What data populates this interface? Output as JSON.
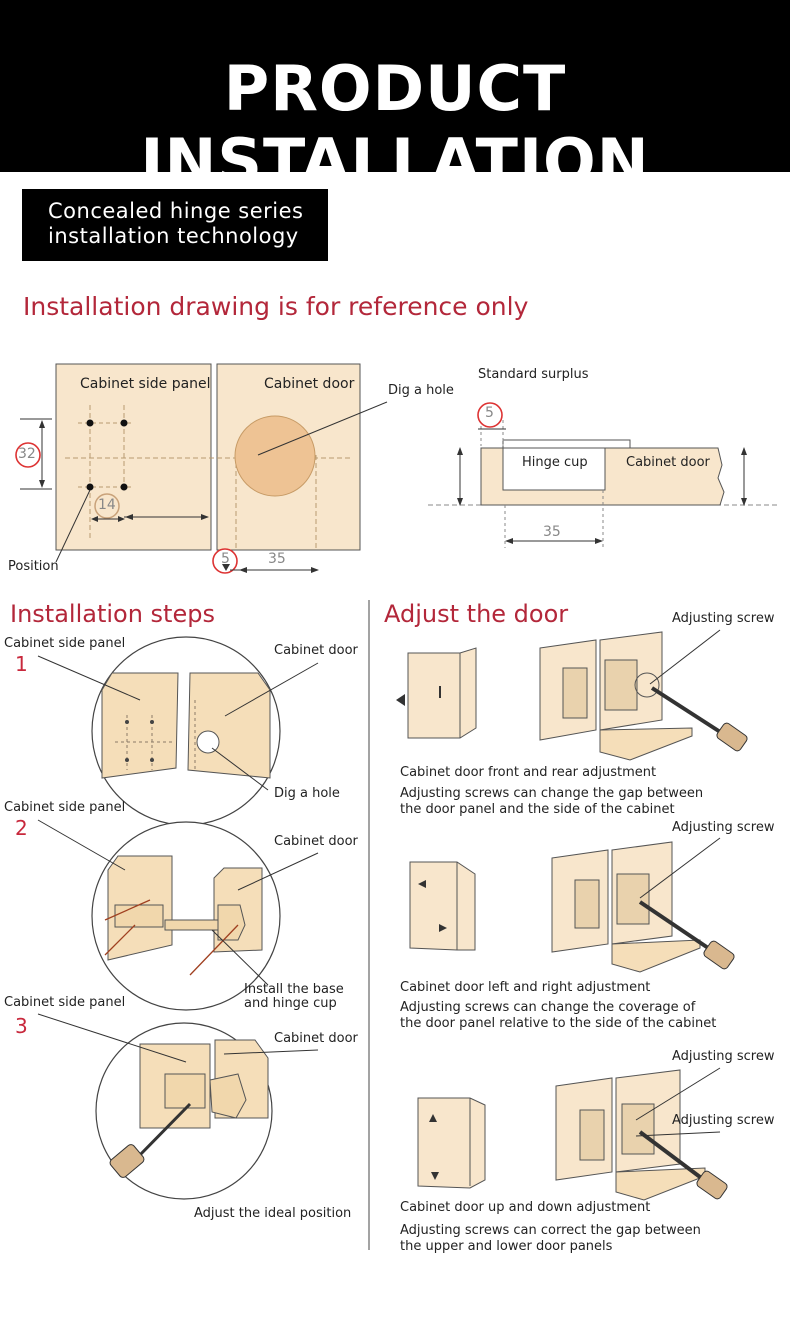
{
  "header": {
    "title": "PRODUCT INSTALLATION"
  },
  "subtitle": {
    "line1": "Concealed hinge series",
    "line2": "installation technology"
  },
  "reference_note": "Installation drawing is for reference only",
  "drawing": {
    "cabinet_side_panel": "Cabinet side panel",
    "cabinet_door": "Cabinet door",
    "dig_hole": "Dig a hole",
    "position": "Position",
    "dim_32": "32",
    "dim_14": "14",
    "dim_5": "5",
    "dim_35": "35",
    "standard_surplus": "Standard surplus",
    "hinge_cup": "Hinge cup",
    "cabinet_door_right": "Cabinet door",
    "dim_5_right": "5",
    "dim_35_right": "35"
  },
  "steps": {
    "title": "Installation steps",
    "step1": {
      "num": "1",
      "side": "Cabinet side panel",
      "door": "Cabinet door",
      "action": "Dig a hole"
    },
    "step2": {
      "num": "2",
      "side": "Cabinet side panel",
      "door": "Cabinet door",
      "action_line1": "Install the base",
      "action_line2": "and hinge cup"
    },
    "step3": {
      "num": "3",
      "side": "Cabinet side panel",
      "door": "Cabinet door",
      "action": "Adjust the ideal position"
    }
  },
  "adjust": {
    "title": "Adjust the door",
    "items": [
      {
        "screw": "Adjusting screw",
        "caption": "Cabinet door front and rear adjustment",
        "desc1": "Adjusting screws can change the gap between",
        "desc2": "the door panel and the side of the cabinet"
      },
      {
        "screw": "Adjusting screw",
        "caption": "Cabinet door left and right adjustment",
        "desc1": "Adjusting screws can change the coverage of",
        "desc2": "the door panel relative to the side of the cabinet"
      },
      {
        "screw": "Adjusting screw",
        "screw2": "Adjusting screw",
        "caption": "Cabinet door up and down adjustment",
        "desc1": "Adjusting screws can correct the gap between",
        "desc2": "the upper and lower door panels"
      }
    ]
  },
  "colors": {
    "banner": "#000000",
    "accent_red": "#b3273a",
    "panel_fill": "#f8e6cc",
    "hole_fill": "#eec394"
  }
}
